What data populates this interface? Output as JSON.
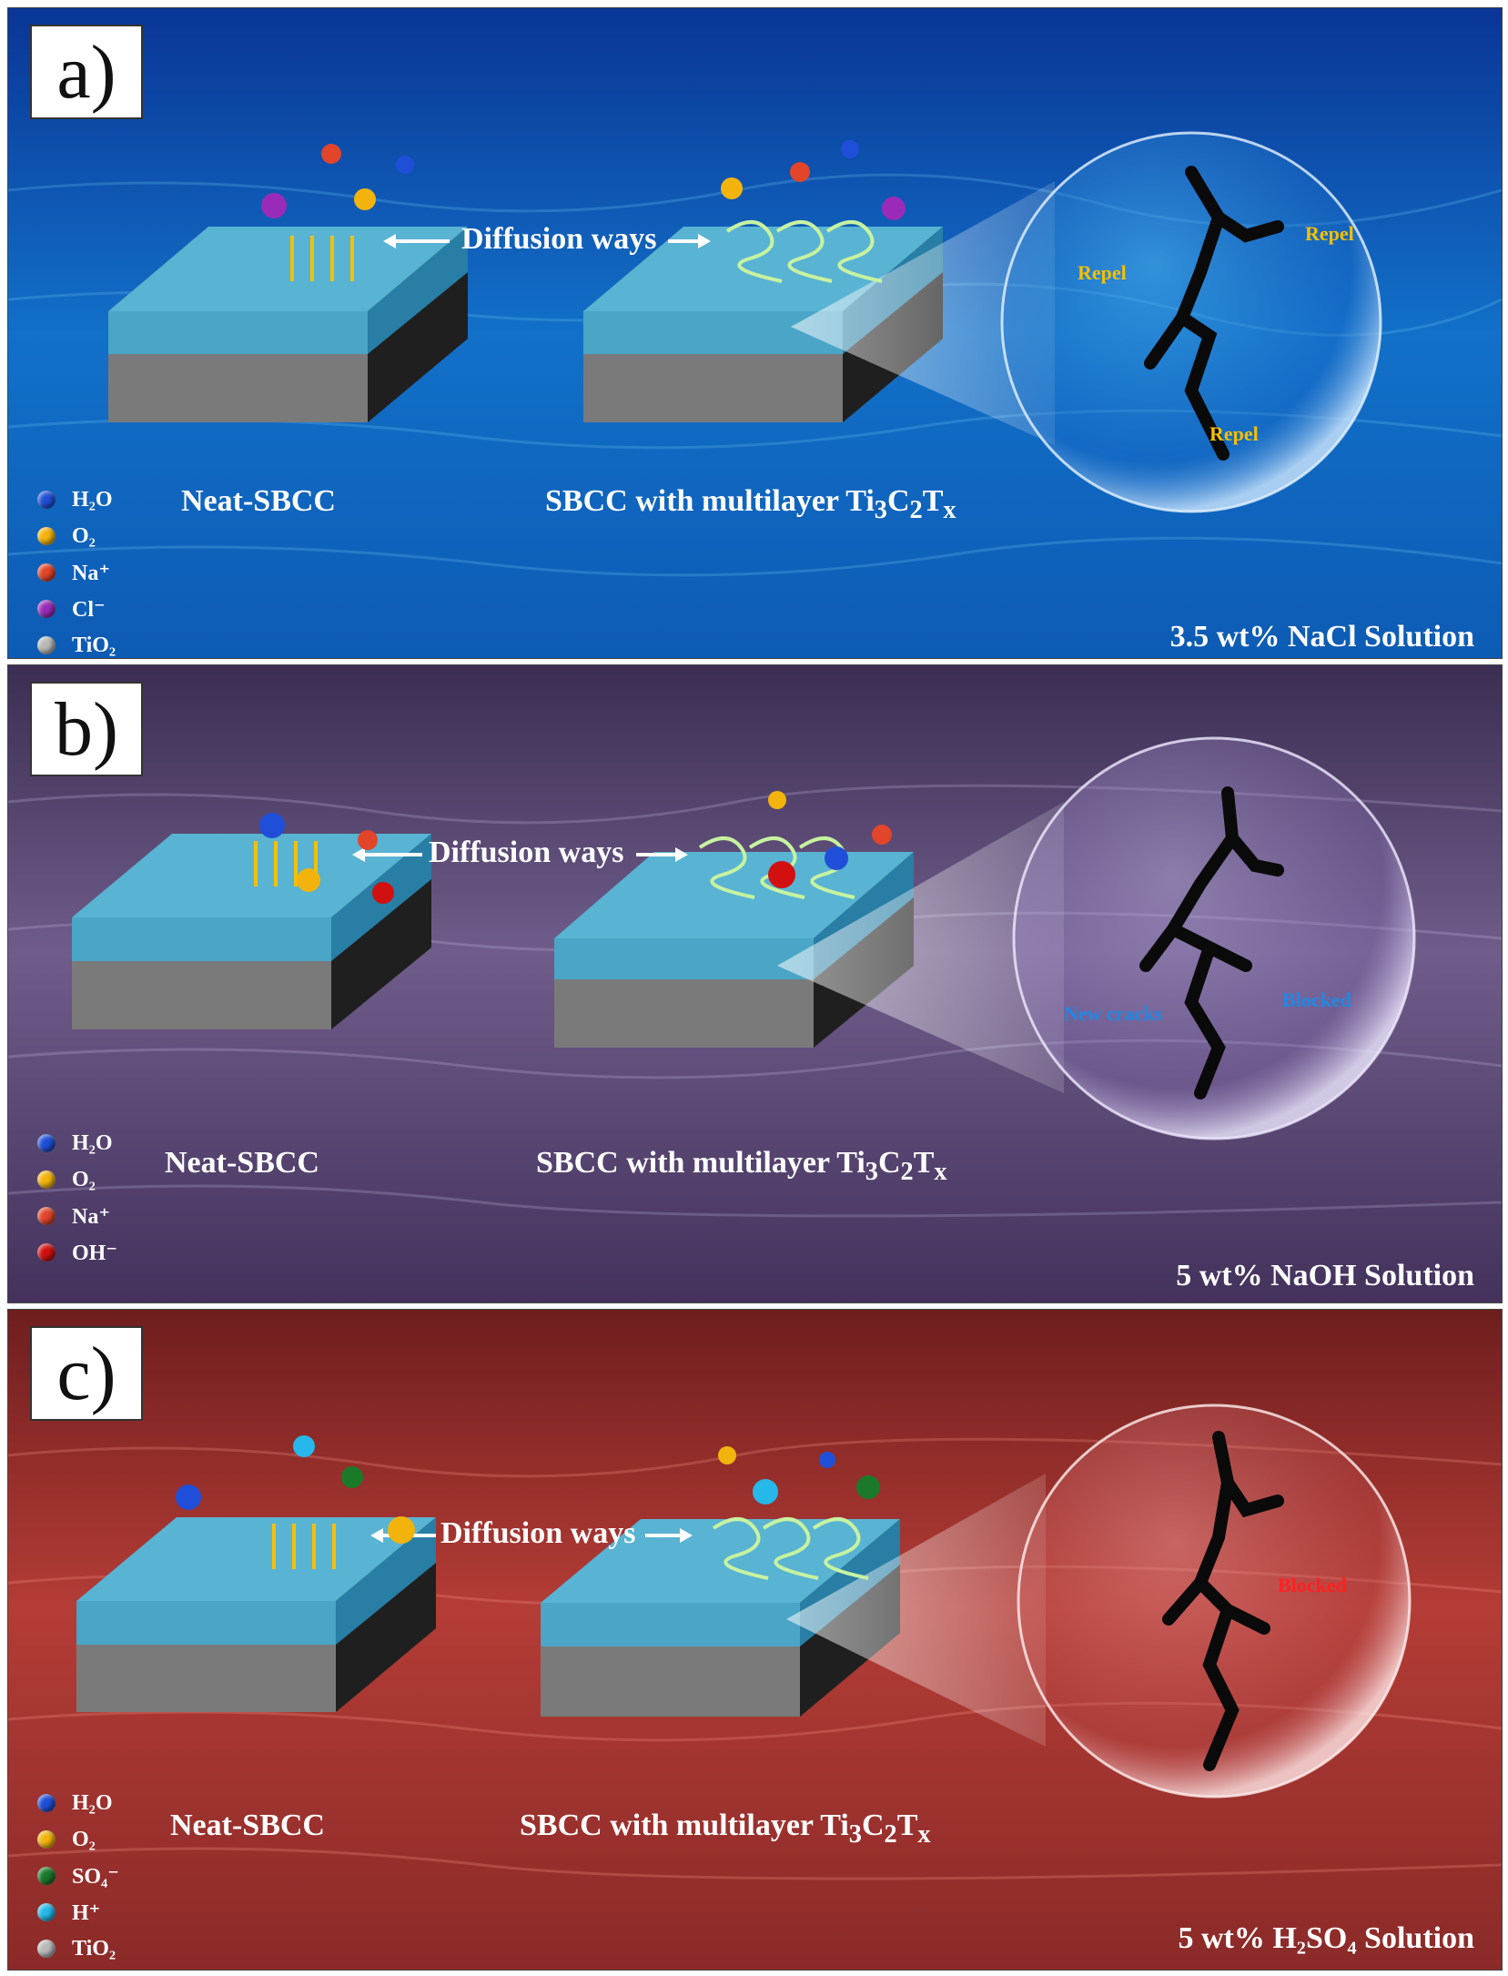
{
  "panels": [
    {
      "letter": "a)",
      "neat_label": "Neat-SBCC",
      "coated_label_prefix": "SBCC with multilayer Ti",
      "coated_sub1": "3",
      "coated_mid": "C",
      "coated_sub2": "2",
      "coated_end": "T",
      "coated_sub3": "x",
      "diffusion_label": "Diffusion ways",
      "solution": "3.5 wt% NaCl Solution",
      "bubble_labels": [
        "Repel",
        "Repel",
        "Repel"
      ],
      "legend": [
        {
          "label": "H₂O",
          "color": "#1f4fd8"
        },
        {
          "label": "O₂",
          "color": "#f2b40c"
        },
        {
          "label": "Na⁺",
          "color": "#e2452a"
        },
        {
          "label": "Cl⁻",
          "color": "#9a2bb8"
        },
        {
          "label": "TiO₂",
          "color": "#b9b9b9"
        }
      ],
      "bg_top": "#0a3f9e",
      "bg_bottom": "#1b8fd6"
    },
    {
      "letter": "b)",
      "neat_label": "Neat-SBCC",
      "coated_label_prefix": "SBCC with multilayer Ti",
      "coated_sub1": "3",
      "coated_mid": "C",
      "coated_sub2": "2",
      "coated_end": "T",
      "coated_sub3": "x",
      "diffusion_label": "Diffusion ways",
      "solution": "5 wt% NaOH Solution",
      "bubble_labels": [
        "New cracks",
        "Blocked"
      ],
      "legend": [
        {
          "label": "H₂O",
          "color": "#1f4fd8"
        },
        {
          "label": "O₂",
          "color": "#f2b40c"
        },
        {
          "label": "Na⁺",
          "color": "#e2452a"
        },
        {
          "label": "OH⁻",
          "color": "#d21010"
        }
      ],
      "bg_top": "#4a3a66",
      "bg_bottom": "#6c5a86"
    },
    {
      "letter": "c)",
      "neat_label": "Neat-SBCC",
      "coated_label_prefix": "SBCC with multilayer Ti",
      "coated_sub1": "3",
      "coated_mid": "C",
      "coated_sub2": "2",
      "coated_end": "T",
      "coated_sub3": "x",
      "diffusion_label": "Diffusion ways",
      "solution": "5 wt% H₂SO₄ Solution",
      "bubble_labels": [
        "Blocked"
      ],
      "legend": [
        {
          "label": "H₂O",
          "color": "#1f4fd8"
        },
        {
          "label": "O₂",
          "color": "#f2b40c"
        },
        {
          "label": "SO₄⁻",
          "color": "#1a7a2a"
        },
        {
          "label": "H⁺",
          "color": "#26b8e8"
        },
        {
          "label": "TiO₂",
          "color": "#b9b9b9"
        }
      ],
      "bg_top": "#7a2222",
      "bg_bottom": "#b8403a"
    }
  ]
}
